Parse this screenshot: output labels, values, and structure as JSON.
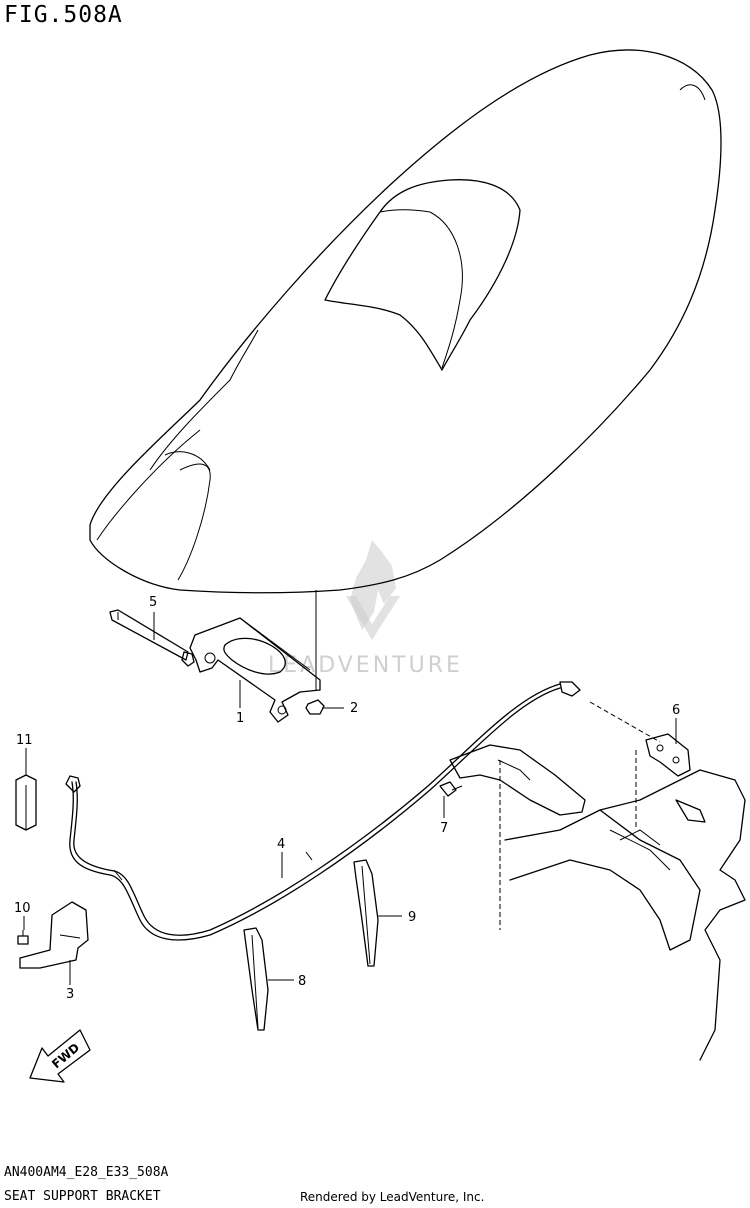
{
  "figure": {
    "title": "FIG.508A",
    "code": "AN400AM4_E28_E33_508A",
    "caption": "SEAT SUPPORT BRACKET",
    "rendered_by": "Rendered by LeadVenture, Inc."
  },
  "watermark": {
    "text": "LEADVENTURE",
    "color": "#cfcfcf"
  },
  "fwd_label": "FWD",
  "callouts": {
    "c1": "1",
    "c2": "2",
    "c3": "3",
    "c4": "4",
    "c5": "5",
    "c6": "6",
    "c7": "7",
    "c8": "8",
    "c9": "9",
    "c10": "10",
    "c11": "11"
  }
}
